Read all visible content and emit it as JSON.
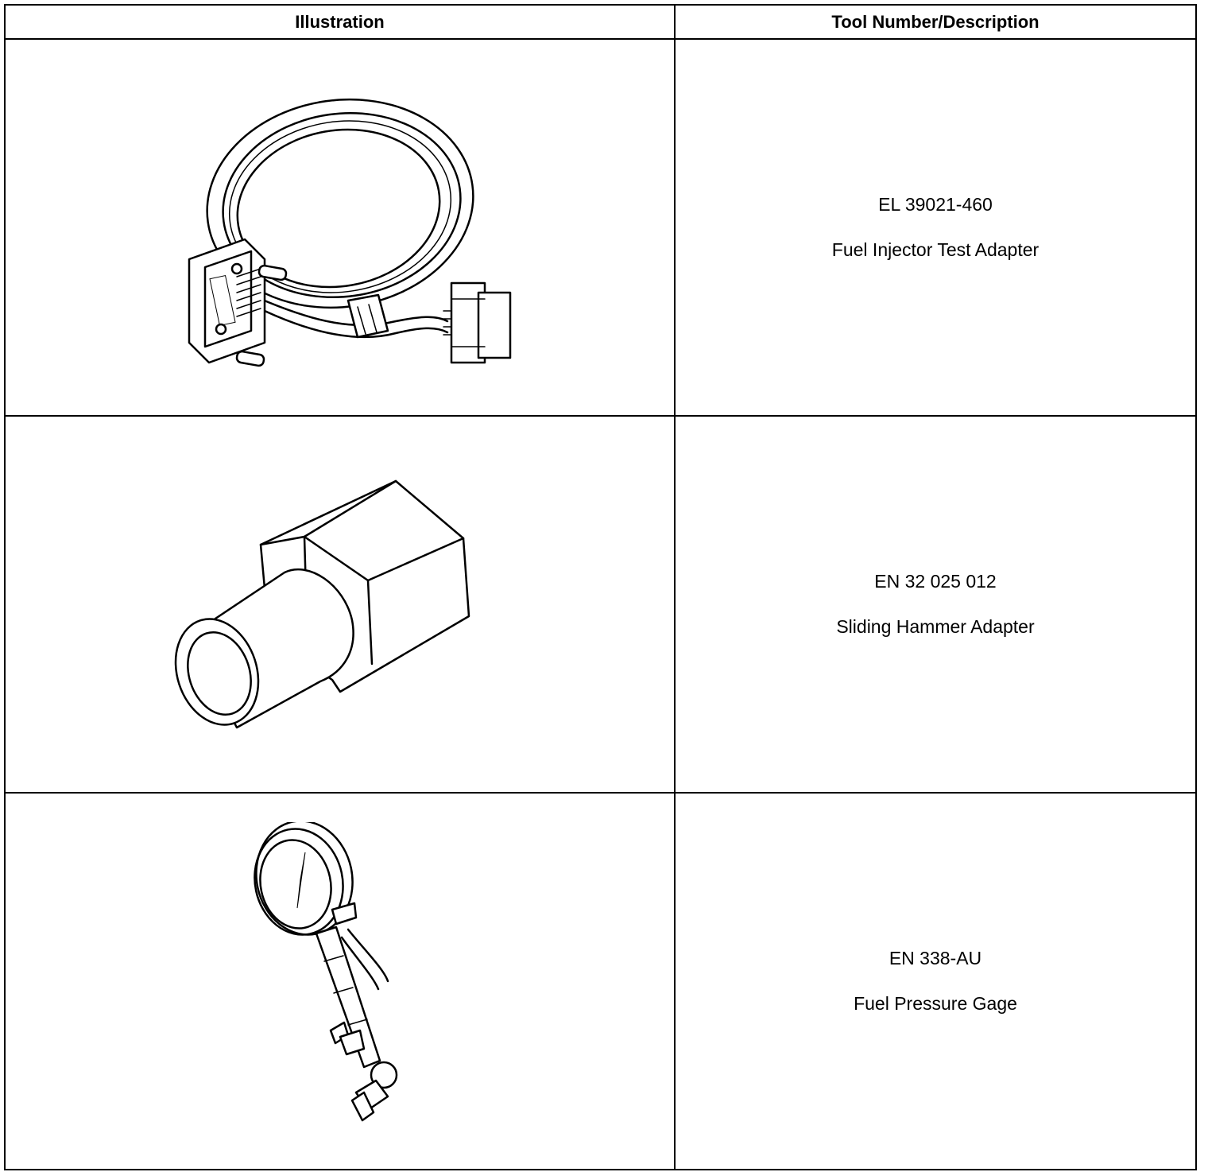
{
  "table": {
    "headers": {
      "illustration": "Illustration",
      "tool": "Tool Number/Description"
    },
    "rows": [
      {
        "tool_number": "EL 39021-460",
        "description": "Fuel Injector Test Adapter",
        "illustration_icon": "cable-harness-adapter-icon"
      },
      {
        "tool_number": "EN 32 025 012",
        "description": "Sliding Hammer Adapter",
        "illustration_icon": "hex-adapter-icon"
      },
      {
        "tool_number": "EN 338-AU",
        "description": "Fuel Pressure Gage",
        "illustration_icon": "pressure-gauge-icon"
      }
    ]
  }
}
